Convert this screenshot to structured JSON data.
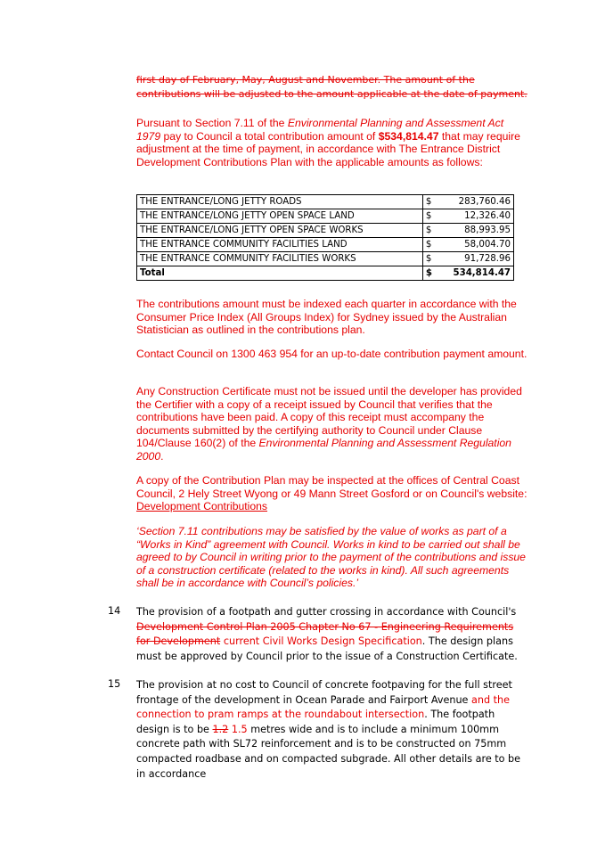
{
  "top_strike": {
    "line1": "first day of February, May, August and November.  The amount of the",
    "line2": "contributions will be adjusted to the amount applicable at the date of payment."
  },
  "pursuant": {
    "a": "Pursuant to Section 7.11 of the ",
    "act": "Environmental Planning and Assessment Act 1979",
    "b": " pay to Council a total contribution amount of ",
    "amount": "$534,814.47",
    "c": " that may require adjustment at the time of payment, in accordance with The Entrance District Development Contributions Plan with the applicable amounts as follows:"
  },
  "table": {
    "rows": [
      {
        "name": "THE ENTRANCE/LONG JETTY ROADS",
        "cur": "$",
        "amount": "283,760.46"
      },
      {
        "name": "THE ENTRANCE/LONG JETTY OPEN SPACE LAND",
        "cur": "$",
        "amount": "12,326.40"
      },
      {
        "name": "THE ENTRANCE/LONG JETTY OPEN SPACE WORKS",
        "cur": "$",
        "amount": "88,993.95"
      },
      {
        "name": "THE ENTRANCE COMMUNITY FACILITIES LAND",
        "cur": "$",
        "amount": "58,004.70"
      },
      {
        "name": "THE ENTRANCE COMMUNITY FACILITIES WORKS",
        "cur": "$",
        "amount": "91,728.96"
      }
    ],
    "total": {
      "name": "Total",
      "cur": "$",
      "amount": "534,814.47"
    }
  },
  "indexed": "The contributions amount must be indexed each quarter in accordance with the Consumer Price Index (All Groups Index) for Sydney issued by the Australian Statistician as outlined in the contributions plan.",
  "contact": "Contact Council on 1300 463 954 for an up-to-date contribution payment amount.",
  "certificate": {
    "a": "Any Construction Certificate must not be issued until the developer has provided the Certifier with a copy of a receipt issued by Council that verifies that the contributions have been paid. A copy of this receipt must accompany the documents submitted by the certifying authority to Council under Clause 104/Clause 160(2) of the ",
    "reg": "Environmental Planning and Assessment Regulation 2000",
    "b": "."
  },
  "plan_copy": {
    "a": "A copy of the Contribution Plan may be inspected at the offices of Central Coast Council, 2 Hely Street Wyong or 49 Mann Street Gosford or on Council's website: ",
    "link": "Development Contributions"
  },
  "works_in_kind": "‘Section 7.11 contributions may be satisfied by the value of works as part of a “Works in Kind” agreement with Council. Works in kind to be carried out shall be agreed to by Council in writing prior to the payment of the contributions and issue of a construction certificate (related to the works in kind). All such agreements shall be in accordance with Council’s policies.’",
  "item14": {
    "num": "14",
    "a": "The provision of a footpath and gutter crossing in accordance with Council's ",
    "struck": "Development Control Plan 2005 Chapter No 67 - Engineering Requirements for Development",
    "added": " current Civil Works Design Specification",
    "b": ". The design plans must be approved by Council prior to the issue of a Construction Certificate."
  },
  "item15": {
    "num": "15",
    "a": "The provision at no cost to Council of concrete footpaving for the full street frontage of the development in Ocean Parade and Fairport Avenue",
    "added": " and the connection to pram ramps at the roundabout intersection",
    "b": ".  The footpath design is to be ",
    "old": "1.2",
    "new": " 1.5",
    "c": " metres wide and is to include a minimum 100mm concrete path with SL72 reinforcement and is to be constructed on 75mm compacted roadbase and on compacted subgrade. All other details are to be in accordance"
  }
}
